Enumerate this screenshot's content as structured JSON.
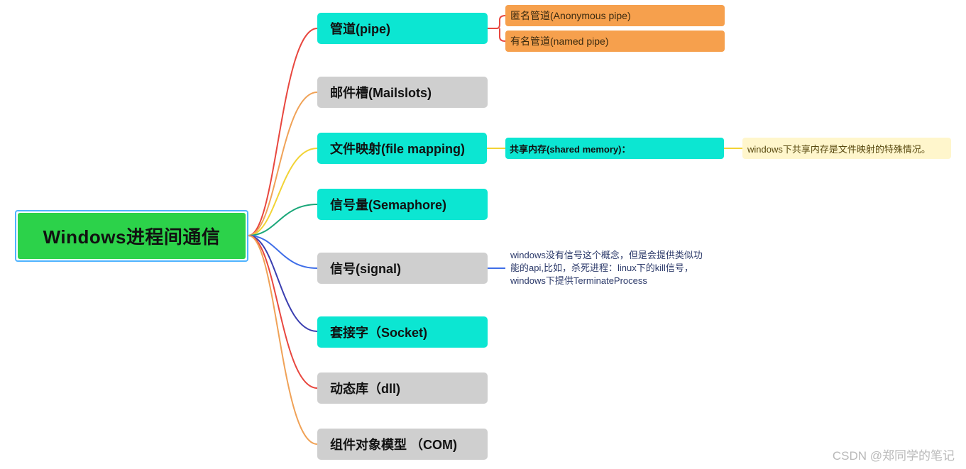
{
  "diagram": {
    "root": {
      "label": "Windows进程间通信",
      "color": "#2cd24a",
      "border_color": "#4fb3ff"
    },
    "branches": [
      {
        "label": "管道(pipe)",
        "style": "cyan",
        "line_color": "#e8473f"
      },
      {
        "label": "邮件槽(Mailslots)",
        "style": "grey",
        "line_color": "#f0a257"
      },
      {
        "label": "文件映射(file mapping)",
        "style": "cyan",
        "line_color": "#f2d335"
      },
      {
        "label": "信号量(Semaphore)",
        "style": "cyan",
        "line_color": "#1aa779"
      },
      {
        "label": "信号(signal)",
        "style": "grey",
        "line_color": "#3f6ee8"
      },
      {
        "label": "套接字（Socket)",
        "style": "cyan",
        "line_color": "#3b3fb0"
      },
      {
        "label": "动态库（dll)",
        "style": "grey",
        "line_color": "#e8473f"
      },
      {
        "label": "组件对象模型 （COM)",
        "style": "grey",
        "line_color": "#f0a257"
      }
    ],
    "pipe_children": [
      {
        "label": "匿名管道(Anonymous pipe)"
      },
      {
        "label": "有名管道(named pipe)"
      }
    ],
    "file_mapping_child": {
      "label": "共享内存(shared memory)："
    },
    "shared_memory_note": {
      "label": "windows下共享内存是文件映射的特殊情况。"
    },
    "signal_note": {
      "line1": "windows没有信号这个概念，但是会提供类似功",
      "line2": "能的api,比如，杀死进程：linux下的kill信号，",
      "line3": "windows下提供TerminateProcess"
    },
    "colors": {
      "cyan_node": "#0ce6d2",
      "grey_node": "#cfcfcf",
      "orange_leaf": "#f6a04d",
      "yellow_note": "#fff6cc"
    }
  },
  "watermark": "CSDN @郑同学的笔记"
}
